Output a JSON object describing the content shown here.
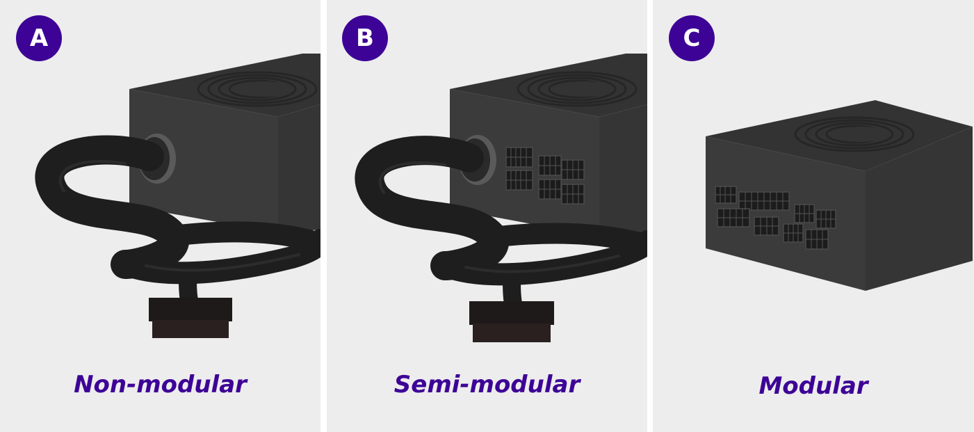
{
  "panels": [
    {
      "badge": "A",
      "caption": "Non-modular"
    },
    {
      "badge": "B",
      "caption": "Semi-modular"
    },
    {
      "badge": "C",
      "caption": "Modular"
    }
  ],
  "colors": {
    "panel_background": "#ededed",
    "accent_purple": "#3d0396",
    "psu_front": "#3a3a3a",
    "psu_top": "#333333",
    "cable": "#1e1e1e"
  }
}
